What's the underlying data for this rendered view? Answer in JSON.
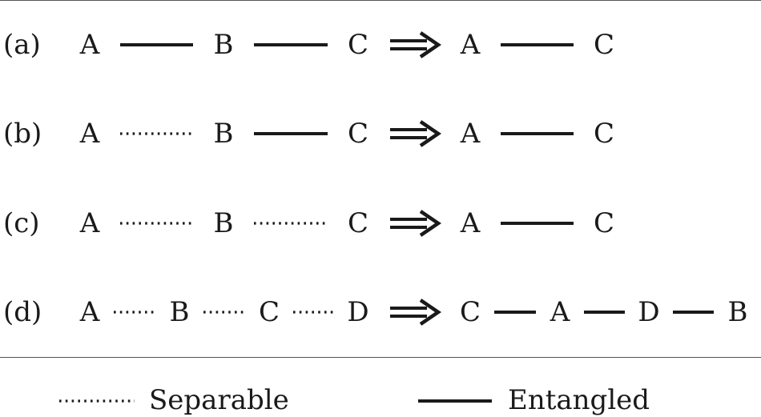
{
  "rows": [
    {
      "label": "(a)",
      "left": [
        "A",
        "B",
        "C"
      ],
      "left_edges": [
        "entangled",
        "entangled"
      ],
      "right": [
        "A",
        "C"
      ],
      "right_edges": [
        "entangled"
      ]
    },
    {
      "label": "(b)",
      "left": [
        "A",
        "B",
        "C"
      ],
      "left_edges": [
        "separable",
        "entangled"
      ],
      "right": [
        "A",
        "C"
      ],
      "right_edges": [
        "entangled"
      ]
    },
    {
      "label": "(c)",
      "left": [
        "A",
        "B",
        "C"
      ],
      "left_edges": [
        "separable",
        "separable"
      ],
      "right": [
        "A",
        "C"
      ],
      "right_edges": [
        "entangled"
      ]
    },
    {
      "label": "(d)",
      "left": [
        "A",
        "B",
        "C",
        "D"
      ],
      "left_edges": [
        "separable",
        "separable",
        "separable"
      ],
      "right": [
        "C",
        "A",
        "D",
        "B"
      ],
      "right_edges": [
        "entangled",
        "entangled",
        "entangled"
      ]
    }
  ],
  "arrow_glyph": "double-right-arrow-icon",
  "legend": {
    "separable_label": "Separable",
    "entangled_label": "Entangled"
  },
  "colors": {
    "ink": "#1a1a1a",
    "rule": "#555555"
  }
}
